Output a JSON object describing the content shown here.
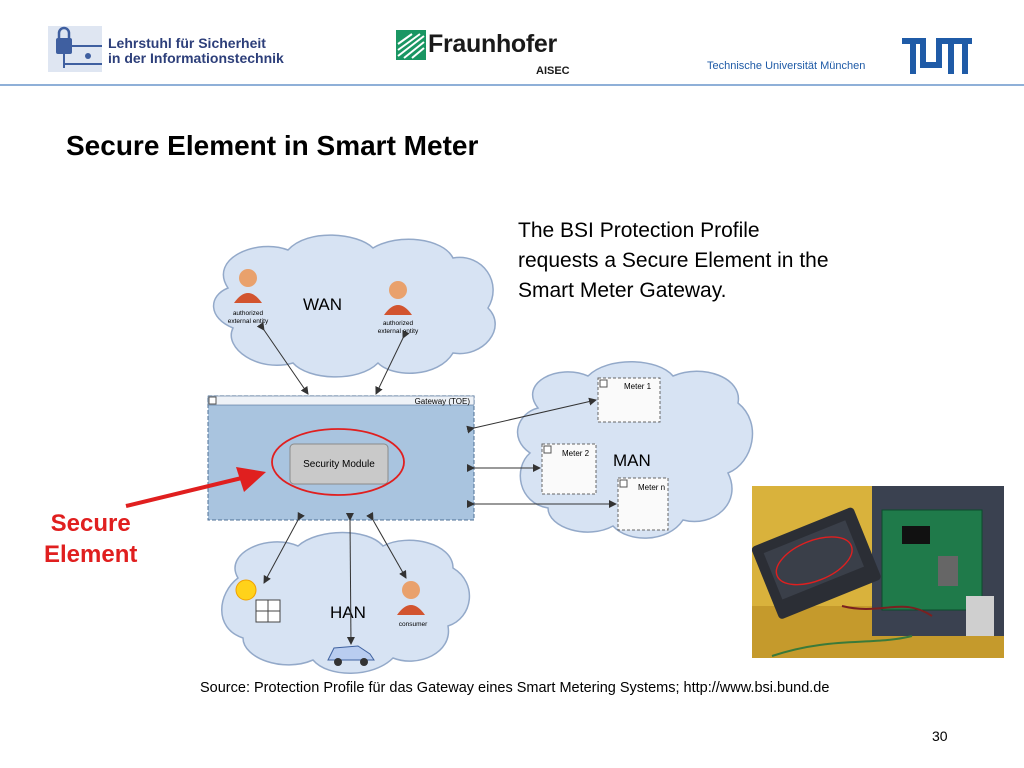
{
  "header": {
    "lehrstuhl_line1": "Lehrstuhl für Sicherheit",
    "lehrstuhl_line2": "in der Informationstechnik",
    "fraunhofer_name": "Fraunhofer",
    "fraunhofer_sub": "AISEC",
    "tum_university": "Technische Universität München"
  },
  "title": "Secure Element in Smart Meter",
  "description": [
    "The BSI Protection Profile",
    "requests a Secure Element in the",
    "Smart Meter Gateway."
  ],
  "callout": {
    "line1": "Secure",
    "line2": "Element",
    "color": "#e01f1f"
  },
  "diagram": {
    "wan": {
      "label": "WAN",
      "entity_left": [
        "authorized",
        "external entity"
      ],
      "entity_right": [
        "authorized",
        "external entity"
      ]
    },
    "gateway": {
      "label": "Gateway (TOE)",
      "module_label": "Security Module"
    },
    "man": {
      "label": "MAN",
      "meters": [
        "Meter 1",
        "Meter 2",
        "Meter n"
      ]
    },
    "han": {
      "label": "HAN",
      "consumer_label": "consumer"
    }
  },
  "source": "Source:   Protection Profile für das Gateway eines Smart Metering Systems; http://www.bsi.bund.de",
  "page_number": "30",
  "colors": {
    "tum_blue": "#1f5ba7",
    "fraunhofer_green": "#1a9663",
    "cloud_fill": "#d7e3f3",
    "gateway_fill": "#a9c4df"
  }
}
